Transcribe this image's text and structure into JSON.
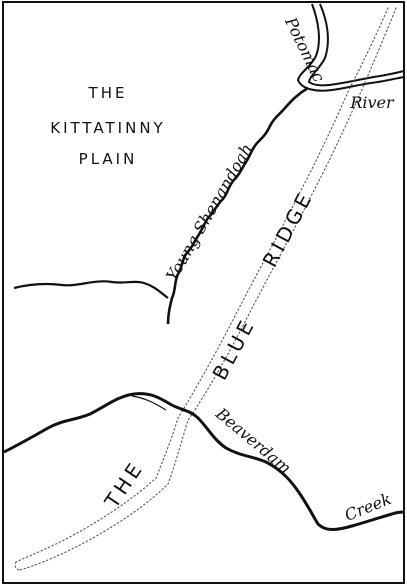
{
  "map": {
    "region_label": {
      "line1": "THE",
      "line2": "KITTATINNY",
      "line3": "PLAIN"
    },
    "ridge_label": {
      "word1": "THE",
      "word2": "BLUE",
      "word3": "RIDGE"
    },
    "rivers": {
      "potomac": "Potomac",
      "river": "River",
      "young_shenandoah": "Young Shenandoah",
      "beaverdam": "Beaverdam",
      "creek": "Creek"
    }
  }
}
